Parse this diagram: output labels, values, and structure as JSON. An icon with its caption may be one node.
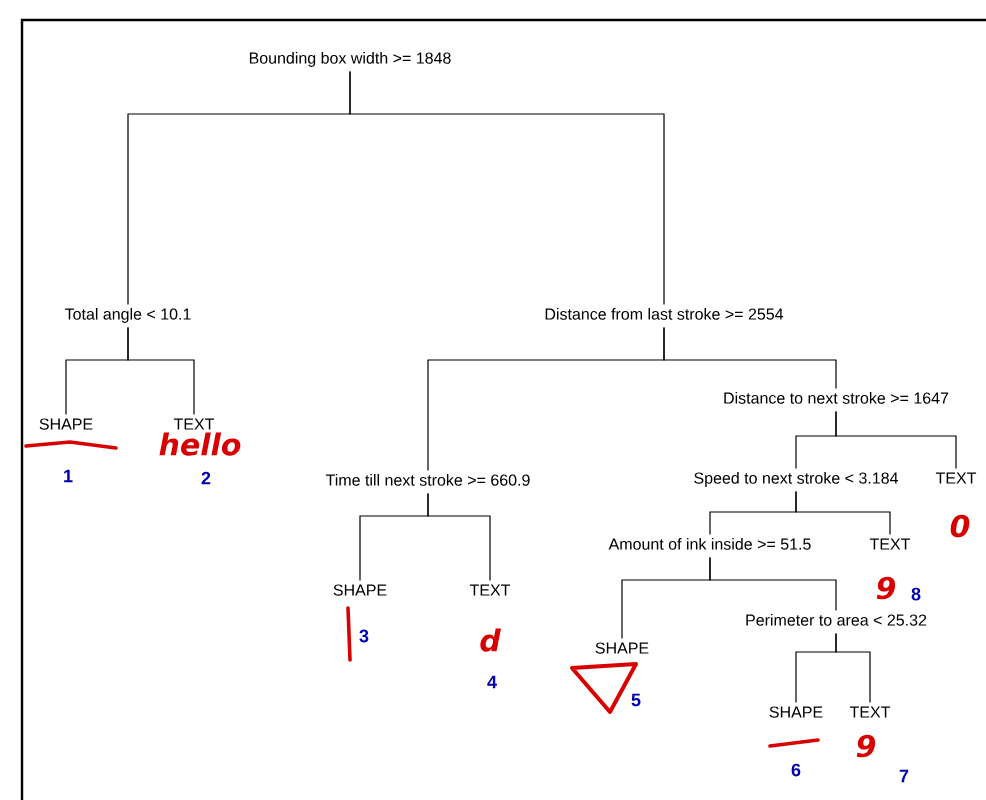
{
  "diagram": {
    "nodes": [
      {
        "text": [
          "Bounding box width >= 1848"
        ]
      },
      {
        "text": [
          "Total angle < 10.1"
        ]
      },
      {
        "text": [
          "Distance from last stroke >= 2554"
        ]
      },
      {
        "text": [
          "SHAPE"
        ],
        "beside": [
          "1"
        ]
      },
      {
        "text": [
          "TEXT"
        ],
        "beside": [
          "hello",
          "2"
        ]
      },
      {
        "text": [
          "Time till next stroke >= 660.9"
        ]
      },
      {
        "text": [
          "Distance to next stroke >= 1647"
        ]
      },
      {
        "text": [
          "SHAPE"
        ],
        "beside": [
          "3"
        ]
      },
      {
        "text": [
          "TEXT"
        ],
        "beside": [
          "d",
          "4"
        ]
      },
      {
        "text": [
          "Speed to next stroke < 3.184"
        ]
      },
      {
        "text": [
          "TEXT"
        ],
        "beside": [
          "0"
        ]
      },
      {
        "text": [
          "Amount of ink inside >= 51.5"
        ]
      },
      {
        "text": [
          "TEXT"
        ],
        "beside": [
          "9",
          "8"
        ]
      },
      {
        "text": [
          "SHAPE"
        ],
        "beside": [
          "5"
        ]
      },
      {
        "text": [
          "Perimeter to area < 25.32"
        ]
      },
      {
        "text": [
          "SHAPE"
        ],
        "beside": [
          "6"
        ]
      },
      {
        "text": [
          "TEXT"
        ],
        "beside": [
          "9",
          "7"
        ]
      }
    ],
    "edges": [
      {
        "from": 0,
        "to": 1,
        "arrow": "none"
      },
      {
        "from": 0,
        "to": 2,
        "arrow": "none"
      },
      {
        "from": 1,
        "to": 3,
        "arrow": "none"
      },
      {
        "from": 1,
        "to": 4,
        "arrow": "none"
      },
      {
        "from": 2,
        "to": 5,
        "arrow": "none"
      },
      {
        "from": 2,
        "to": 6,
        "arrow": "none"
      },
      {
        "from": 5,
        "to": 7,
        "arrow": "none"
      },
      {
        "from": 5,
        "to": 8,
        "arrow": "none"
      },
      {
        "from": 6,
        "to": 9,
        "arrow": "none"
      },
      {
        "from": 6,
        "to": 10,
        "arrow": "none"
      },
      {
        "from": 9,
        "to": 11,
        "arrow": "none"
      },
      {
        "from": 9,
        "to": 12,
        "arrow": "none"
      },
      {
        "from": 11,
        "to": 13,
        "arrow": "none"
      },
      {
        "from": 11,
        "to": 14,
        "arrow": "none"
      },
      {
        "from": 14,
        "to": 15,
        "arrow": "none"
      },
      {
        "from": 14,
        "to": 16,
        "arrow": "none"
      }
    ]
  }
}
